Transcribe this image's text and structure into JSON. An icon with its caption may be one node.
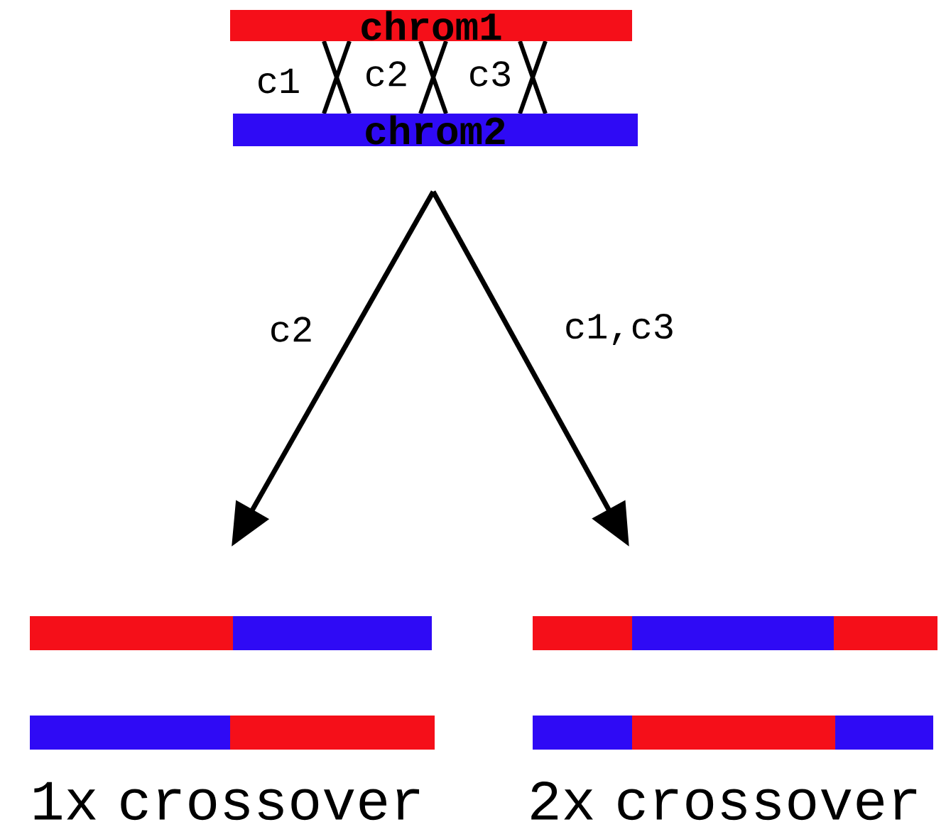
{
  "diagram": {
    "nodes": [
      {
        "text": [
          "chrom1"
        ]
      },
      {
        "text": [
          "chrom2"
        ]
      },
      {
        "text": [
          "1x crossover"
        ]
      },
      {
        "text": [
          "2x crossover"
        ]
      }
    ],
    "edges": [
      {
        "from": null,
        "to": 2,
        "arrow": "to",
        "label": "c2"
      },
      {
        "from": null,
        "to": 3,
        "arrow": "to",
        "label": "c1,c3"
      }
    ],
    "labels": [
      "c1",
      "c2",
      "c3"
    ]
  }
}
